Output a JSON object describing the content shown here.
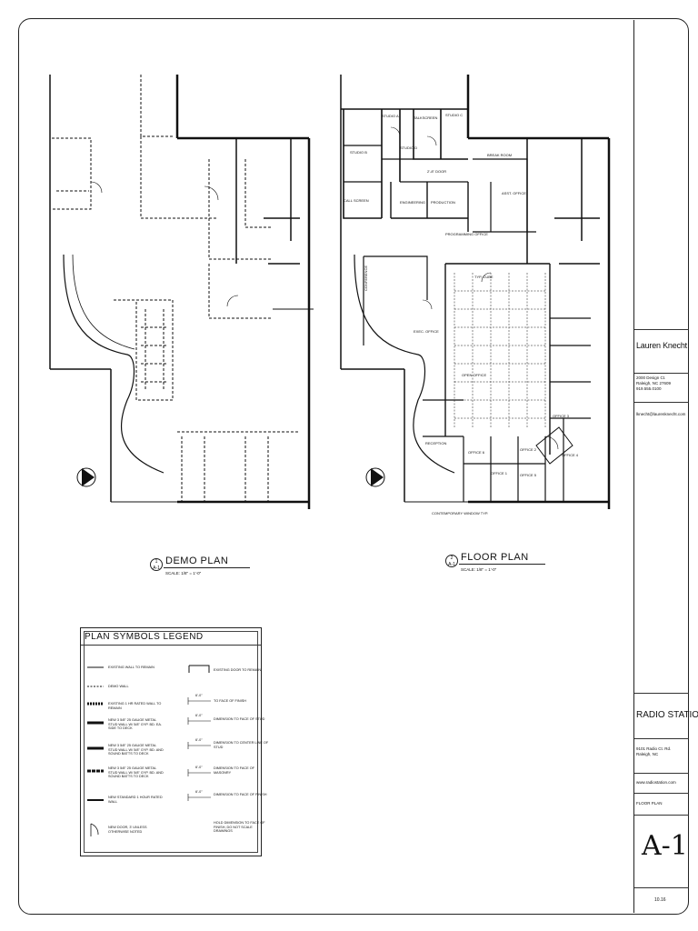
{
  "plans": {
    "demo": {
      "number": "1",
      "sheet": "A-1",
      "title": "DEMO PLAN",
      "scale": "SCALE: 1/8\" = 1'-0\""
    },
    "floor": {
      "number": "2",
      "sheet": "A-1",
      "title": "FLOOR PLAN",
      "scale": "SCALE: 1/8\" = 1'-0\""
    }
  },
  "floor_labels": {
    "studio_a": "STUDIO A",
    "studio_b": "STUDIO B",
    "studio_c": "STUDIO C",
    "studio_d": "STUDIO D",
    "talkscreen": "TALKSCREEN",
    "call_screen": "CALL SCREEN",
    "engineering": "ENGINEERING",
    "production": "PRODUCTION",
    "break_room": "BREAK ROOM",
    "asst_office": "ASST. OFFICE",
    "programming_office": "PROGRAMMING OFFICE",
    "typ_cube": "TYP. CUBE",
    "conference": "CONFERENCE",
    "exec_office": "EXEC. OFFICE",
    "open_office": "OPEN OFFICE",
    "reception": "RECEPTION",
    "office_1": "OFFICE 1",
    "office_2": "OFFICE 2",
    "office_3": "OFFICE 3",
    "office_4": "OFFICE 4",
    "office_5": "OFFICE 5",
    "office_6": "OFFICE 6",
    "window_note": "CONTEMPORARY WINDOW TYP.",
    "door_note": "2'-8\" DOOR"
  },
  "legend": {
    "title": "PLAN SYMBOLS LEGEND",
    "items_left": [
      "EXISTING WALL TO REMAIN",
      "DEMO WALL",
      "EXISTING 1 HR RATED WALL TO REMAIN",
      "NEW 3 5/8\" 25 GAUGE METAL STUD WALL W/ 5/8\" GYP. BD. EA. SIDE TO DECK",
      "NEW 3 5/8\" 25 GAUGE METAL STUD WALL W/ 5/8\" GYP. BD. AND SOUND BATTS TO DECK",
      "NEW 3 5/8\" 25 GAUGE METAL STUD WALL W/ 5/8\" GYP. BD. AND SOUND BATTS TO DECK",
      "NEW STANDARD 1 HOUR RATED WALL",
      "NEW DOOR, 3' UNLESS OTHERWISE NOTED"
    ],
    "items_right": [
      "EXISTING DOOR TO REMAIN",
      "TO FACE OF FINISH",
      "DIMENSION TO FACE OF STUD",
      "DIMENSION TO CENTER LINE OF STUD",
      "DIMENSION TO FACE OF MASONRY",
      "DIMENSION TO FACE OF FINISH",
      "HOLD DIMENSION TO FACE OF FINISH, DO NOT SCALE DRAWINGS"
    ],
    "dim": "6'-0\""
  },
  "title_block": {
    "designer": "Lauren Knecht",
    "designer_address": [
      "2000 Design Ct.",
      "Raleigh, NC 27609",
      "919.555.0100"
    ],
    "designer_email": "lknecht@laurenknecht.com",
    "project": "RADIO STATION",
    "project_address": [
      "9101 Radio Ct. Rd.",
      "Raleigh, NC"
    ],
    "website": "www.radiostation.com",
    "sheet_title": "FLOOR PLAN",
    "sheet_number": "A-1",
    "date": "10.16"
  }
}
